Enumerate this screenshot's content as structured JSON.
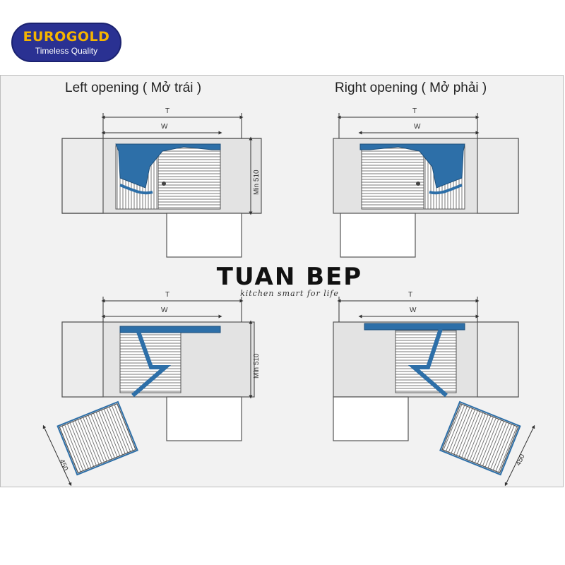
{
  "brand": {
    "name": "EUROGOLD",
    "tagline": "Timeless Quality",
    "name_color": "#f5b400",
    "bg_color": "#2a3192"
  },
  "headings": {
    "left": "Left opening ( Mở trái )",
    "right": "Right opening ( Mở phải )"
  },
  "watermark": {
    "name": "TUAN BEP",
    "tagline": "kitchen smart for life"
  },
  "dimensions": {
    "total": "T",
    "width": "W",
    "depth": "Min 510",
    "angle_depth": "450"
  },
  "colors": {
    "mechanism": "#2d6fa8",
    "cabinet": "#e3e3e3",
    "outline": "#555555",
    "basket": "#666666"
  }
}
